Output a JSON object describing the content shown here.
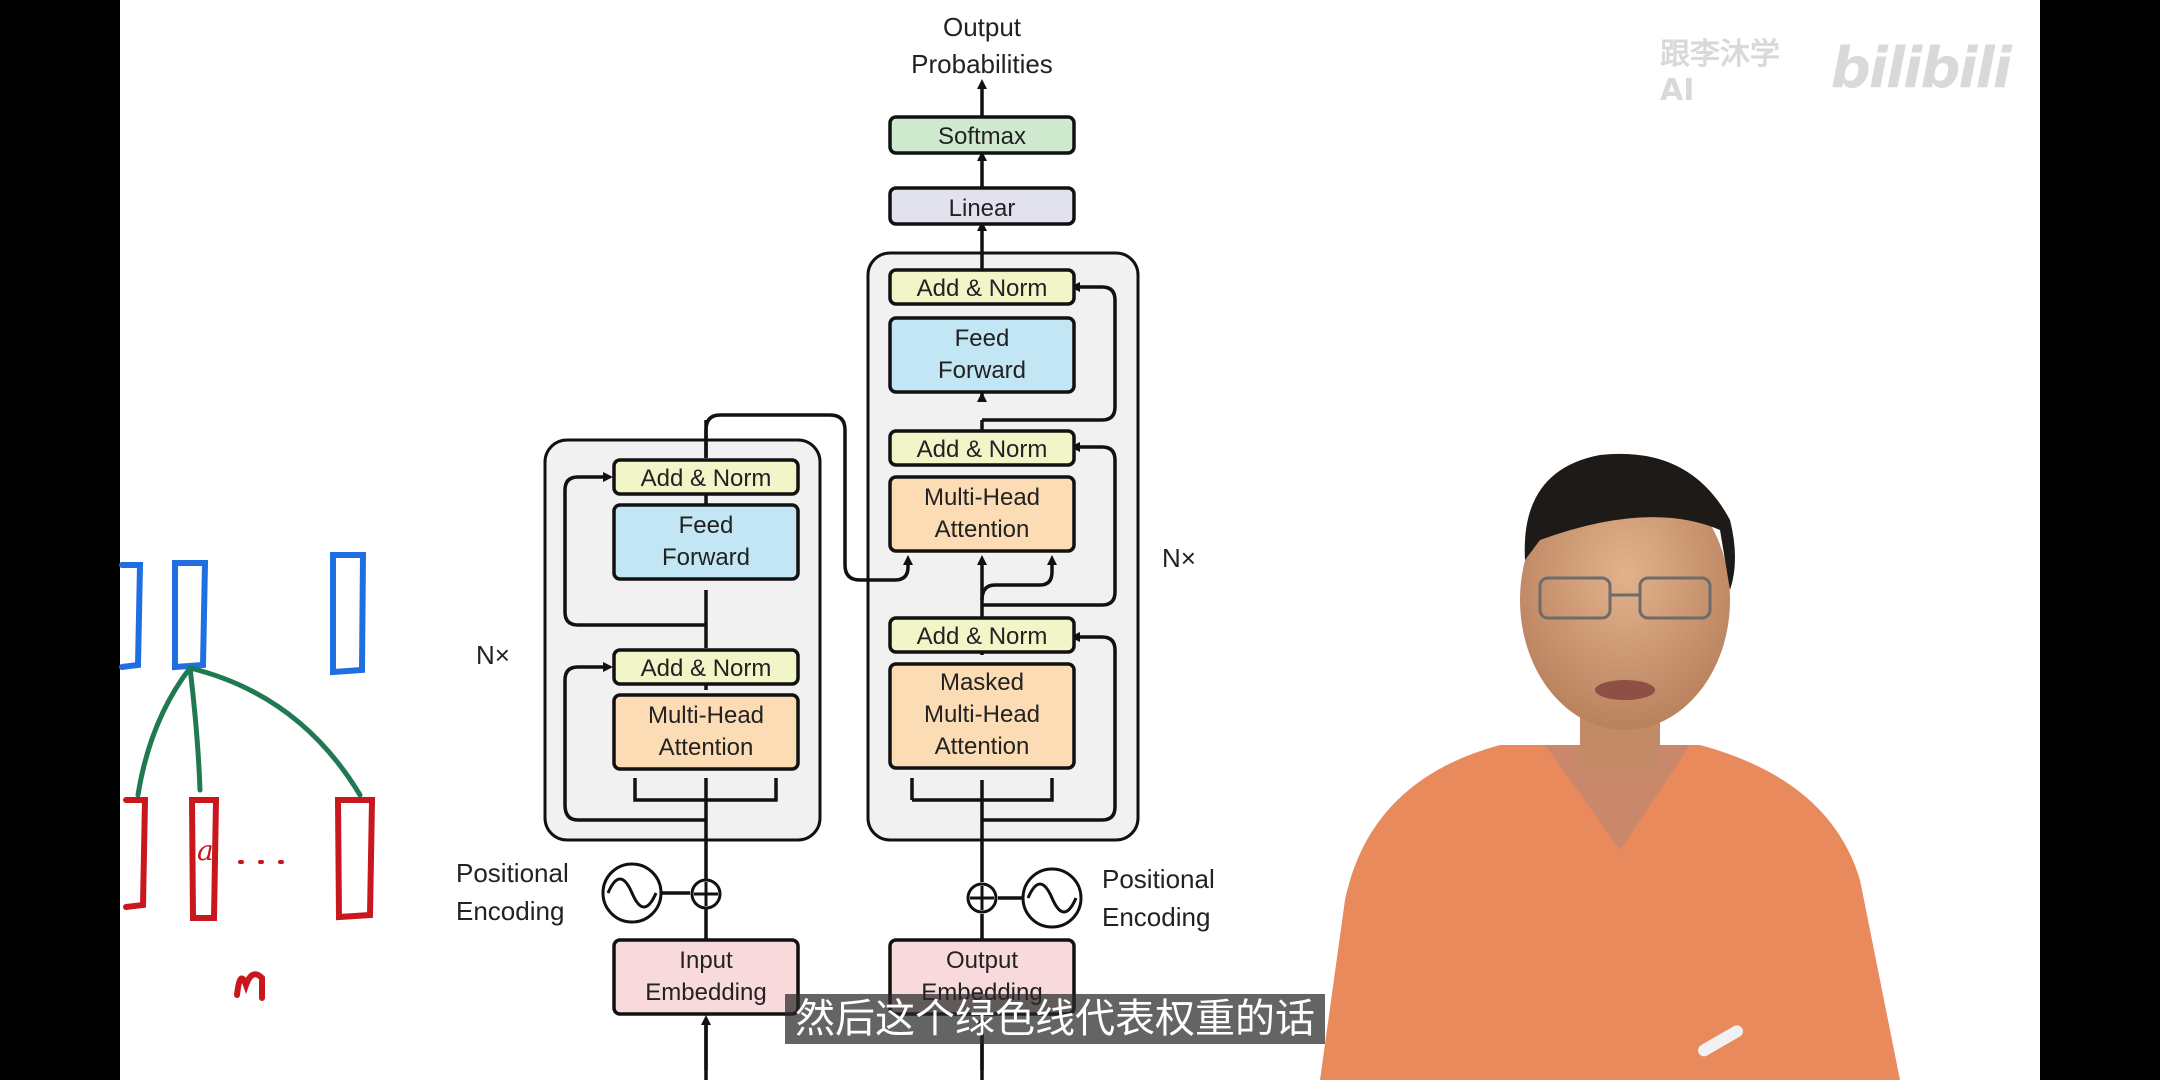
{
  "diagram": {
    "output_title": [
      "Output",
      "Probabilities"
    ],
    "softmax": "Softmax",
    "linear": "Linear",
    "nx_left": "N×",
    "nx_right": "N×",
    "encoder": {
      "add_norm_top": "Add & Norm",
      "feed_forward": [
        "Feed",
        "Forward"
      ],
      "add_norm_bottom": "Add & Norm",
      "attention": [
        "Multi-Head",
        "Attention"
      ]
    },
    "decoder": {
      "add_norm_top": "Add & Norm",
      "feed_forward": [
        "Feed",
        "Forward"
      ],
      "add_norm_mid": "Add & Norm",
      "attention": [
        "Multi-Head",
        "Attention"
      ],
      "add_norm_bottom": "Add & Norm",
      "masked_attention": [
        "Masked",
        "Multi-Head",
        "Attention"
      ]
    },
    "positional_left": [
      "Positional",
      "Encoding"
    ],
    "positional_right": [
      "Positional",
      "Encoding"
    ],
    "input_embedding": [
      "Input",
      "Embedding"
    ],
    "output_embedding": [
      "Output",
      "Embedding"
    ]
  },
  "handwriting": {
    "label": "n"
  },
  "subtitle": "然后这个绿色线代表权重的话",
  "watermark": {
    "text": "跟李沐学AI",
    "brand": "bilibili"
  },
  "colors": {
    "add_norm": "#f2f5c8",
    "feed_forward": "#c2e6f3",
    "attention": "#fbdcb4",
    "embedding": "#f8d9dc",
    "softmax": "#cfe9cf",
    "linear": "#e2e2ee",
    "block_bg": "#f1f1f1",
    "ink_blue": "#1f6fe0",
    "ink_red": "#c8181e",
    "ink_green": "#1f7a52"
  }
}
